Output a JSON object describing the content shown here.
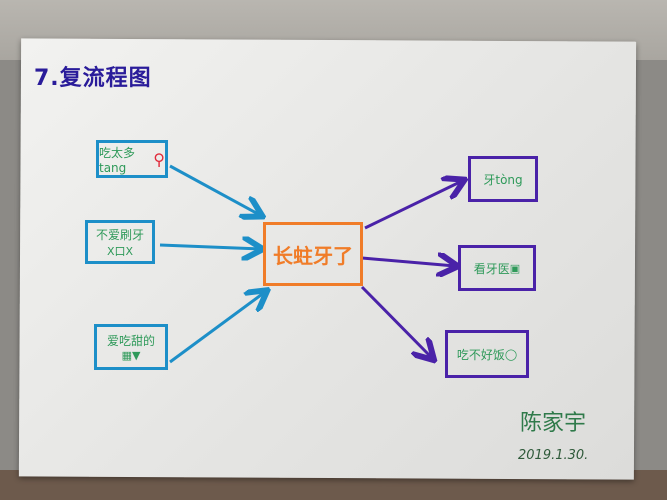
{
  "title": "7.复流程图",
  "causes": [
    {
      "label": "吃太多tang",
      "icon": "lollipop-icon"
    },
    {
      "label": "不爱刷牙",
      "sublabel": "X口X",
      "icon": "toothbrush-icon"
    },
    {
      "label": "爱吃甜的",
      "icon": "ice-cream-icon"
    }
  ],
  "center": {
    "label": "长蛀牙了"
  },
  "effects": [
    {
      "label": "牙tòng"
    },
    {
      "label": "看牙医",
      "icon": "tooth-icon"
    },
    {
      "label": "吃不好饭",
      "icon": "apple-icon"
    }
  ],
  "signature": {
    "name": "陈家宇",
    "date": "2019.1.30."
  },
  "colors": {
    "cause_border": "#1d8fc8",
    "center_border": "#f07c28",
    "effect_border": "#4a22a8",
    "text": "#2f9a5a",
    "title": "#2a1c9a"
  }
}
